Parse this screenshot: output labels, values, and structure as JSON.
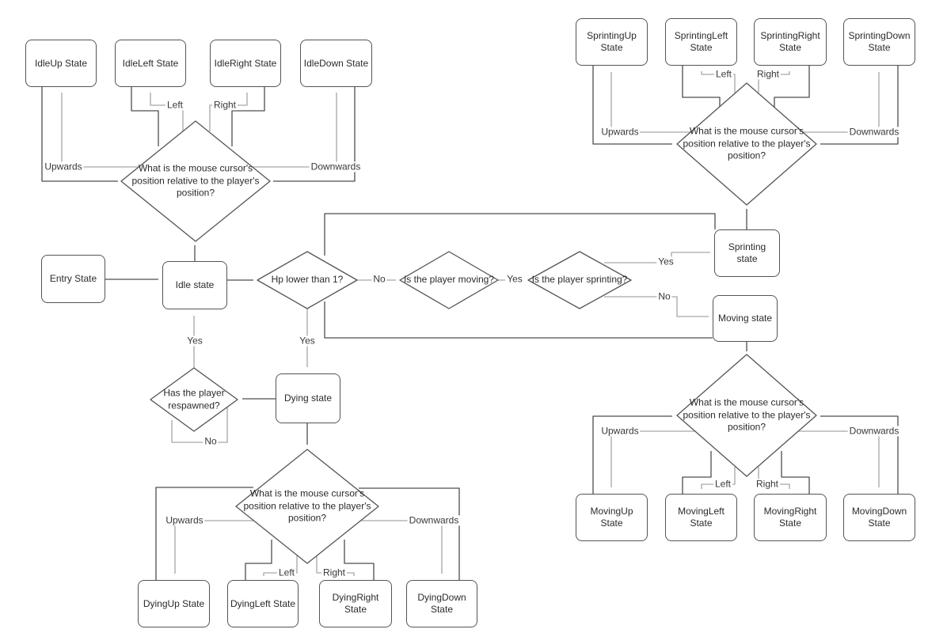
{
  "colors": {
    "bg": "#ffffff",
    "text": "#2b2b2b",
    "node_border": "#545454",
    "edge_dark": "#4d4d4d",
    "edge_light": "#a6a6a6",
    "arrow": "#3f3f3f",
    "label_text": "#383838"
  },
  "diagram": {
    "nodes": {
      "entry": "Entry State",
      "idle": "Idle state",
      "sprinting": "Sprinting\nstate",
      "moving": "Moving state",
      "dying": "Dying state",
      "idle_up": "IdleUp State",
      "idle_left": "IdleLeft State",
      "idle_right": "IdleRight State",
      "idle_down": "IdleDown State",
      "sprinting_up": "SprintingUp\nState",
      "sprinting_left": "SprintingLeft\nState",
      "sprinting_right": "SprintingRight\nState",
      "sprinting_down": "SprintingDown\nState",
      "moving_up": "MovingUp\nState",
      "moving_left": "MovingLeft\nState",
      "moving_right": "MovingRight\nState",
      "moving_down": "MovingDown\nState",
      "dying_up": "DyingUp State",
      "dying_left": "DyingLeft State",
      "dying_right": "DyingRight\nState",
      "dying_down": "DyingDown\nState"
    },
    "decisions": {
      "cursor_position": "What is the mouse cursor's position relative to the player's position?",
      "hp": "Hp lower than 1?",
      "is_moving": "Is the player moving?",
      "is_sprinting": "Is the player sprinting?",
      "respawned": "Has the player respawned?"
    },
    "edge_labels": {
      "upwards": "Upwards",
      "downwards": "Downwards",
      "left": "Left",
      "right": "Right",
      "yes": "Yes",
      "no": "No"
    }
  }
}
